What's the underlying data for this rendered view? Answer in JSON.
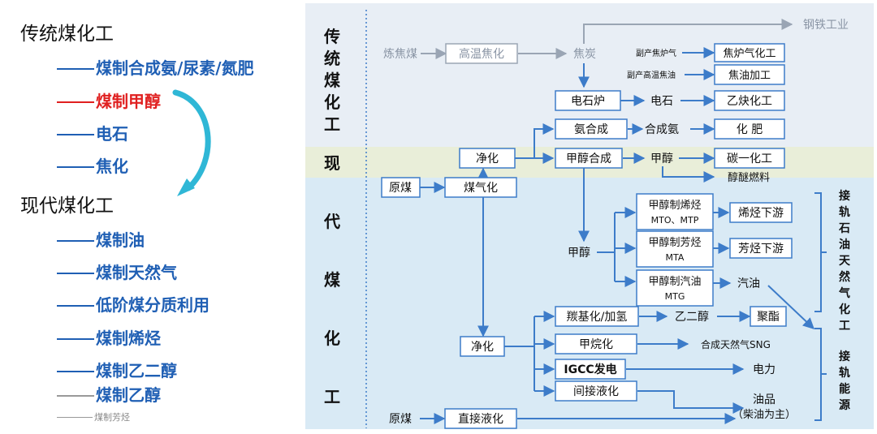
{
  "left_panel": {
    "heading_traditional": "传统煤化工",
    "traditional_items": [
      "煤制合成氨/尿素/氮肥",
      "煤制甲醇",
      "电石",
      "焦化"
    ],
    "heading_modern": "现代煤化工",
    "modern_items": [
      "煤制油",
      "煤制天然气",
      "低阶煤分质利用",
      "煤制烯烃",
      "煤制乙二醇",
      "煤制乙醇",
      "煤制芳烃"
    ]
  },
  "diagram": {
    "section_traditional": [
      "传",
      "统",
      "煤",
      "化",
      "工"
    ],
    "section_modern": [
      "现",
      "代",
      "煤",
      "化",
      "工"
    ],
    "nodes": {
      "liantanmei": "炼焦煤",
      "gaowen": "高温焦化",
      "jiaotan": "焦炭",
      "gangtie": "钢铁工业",
      "fuchan_qi": "副产焦炉气",
      "jiaoluqi": "焦炉气化工",
      "fuchan_you": "副产高温焦油",
      "jiaoyou": "焦油加工",
      "dianshilu": "电石炉",
      "dianshi": "电石",
      "yiquan": "乙炔化工",
      "anhecheng": "氨合成",
      "hechengan": "合成氨",
      "huafei": "化 肥",
      "jinghua1": "净化",
      "jiachun_hc": "甲醇合成",
      "jiachun1": "甲醇",
      "tanyi": "碳一化工",
      "chunmi": "醇醚燃料",
      "yuanmei1": "原煤",
      "meiqihua": "煤气化",
      "mto_l1": "甲醇制烯烃",
      "mto_l2": "MTO、MTP",
      "xiting": "烯烃下游",
      "jiachun2": "甲醇",
      "mta_l1": "甲醇制芳烃",
      "mta_l2": "MTA",
      "fangting": "芳烃下游",
      "mtg_l1": "甲醇制汽油",
      "mtg_l2": "MTG",
      "qiyou": "汽油",
      "tangji": "羰基化/加氢",
      "yierchun": "乙二醇",
      "juzhi": "聚酯",
      "jinghua2": "净化",
      "jiawan": "甲烷化",
      "sng": "合成天然气SNG",
      "igcc": "IGCC发电",
      "dianli": "电力",
      "jianjie": "间接液化",
      "youpin_l1": "油品",
      "youpin_l2": "（柴油为主）",
      "yuanmei2": "原煤",
      "zhijie": "直接液化",
      "side_oil": [
        "接",
        "轨",
        "石",
        "油",
        "天",
        "然",
        "气",
        "化",
        "工"
      ],
      "side_energy": [
        "接",
        "轨",
        "能",
        "源"
      ]
    }
  },
  "colors": {
    "arrow": "#3d7cc9",
    "text_blue": "#1f5fb4",
    "highlight": "#e02020",
    "bg_modern": "#d9eaf5",
    "bg_band": "#e9eed9"
  }
}
